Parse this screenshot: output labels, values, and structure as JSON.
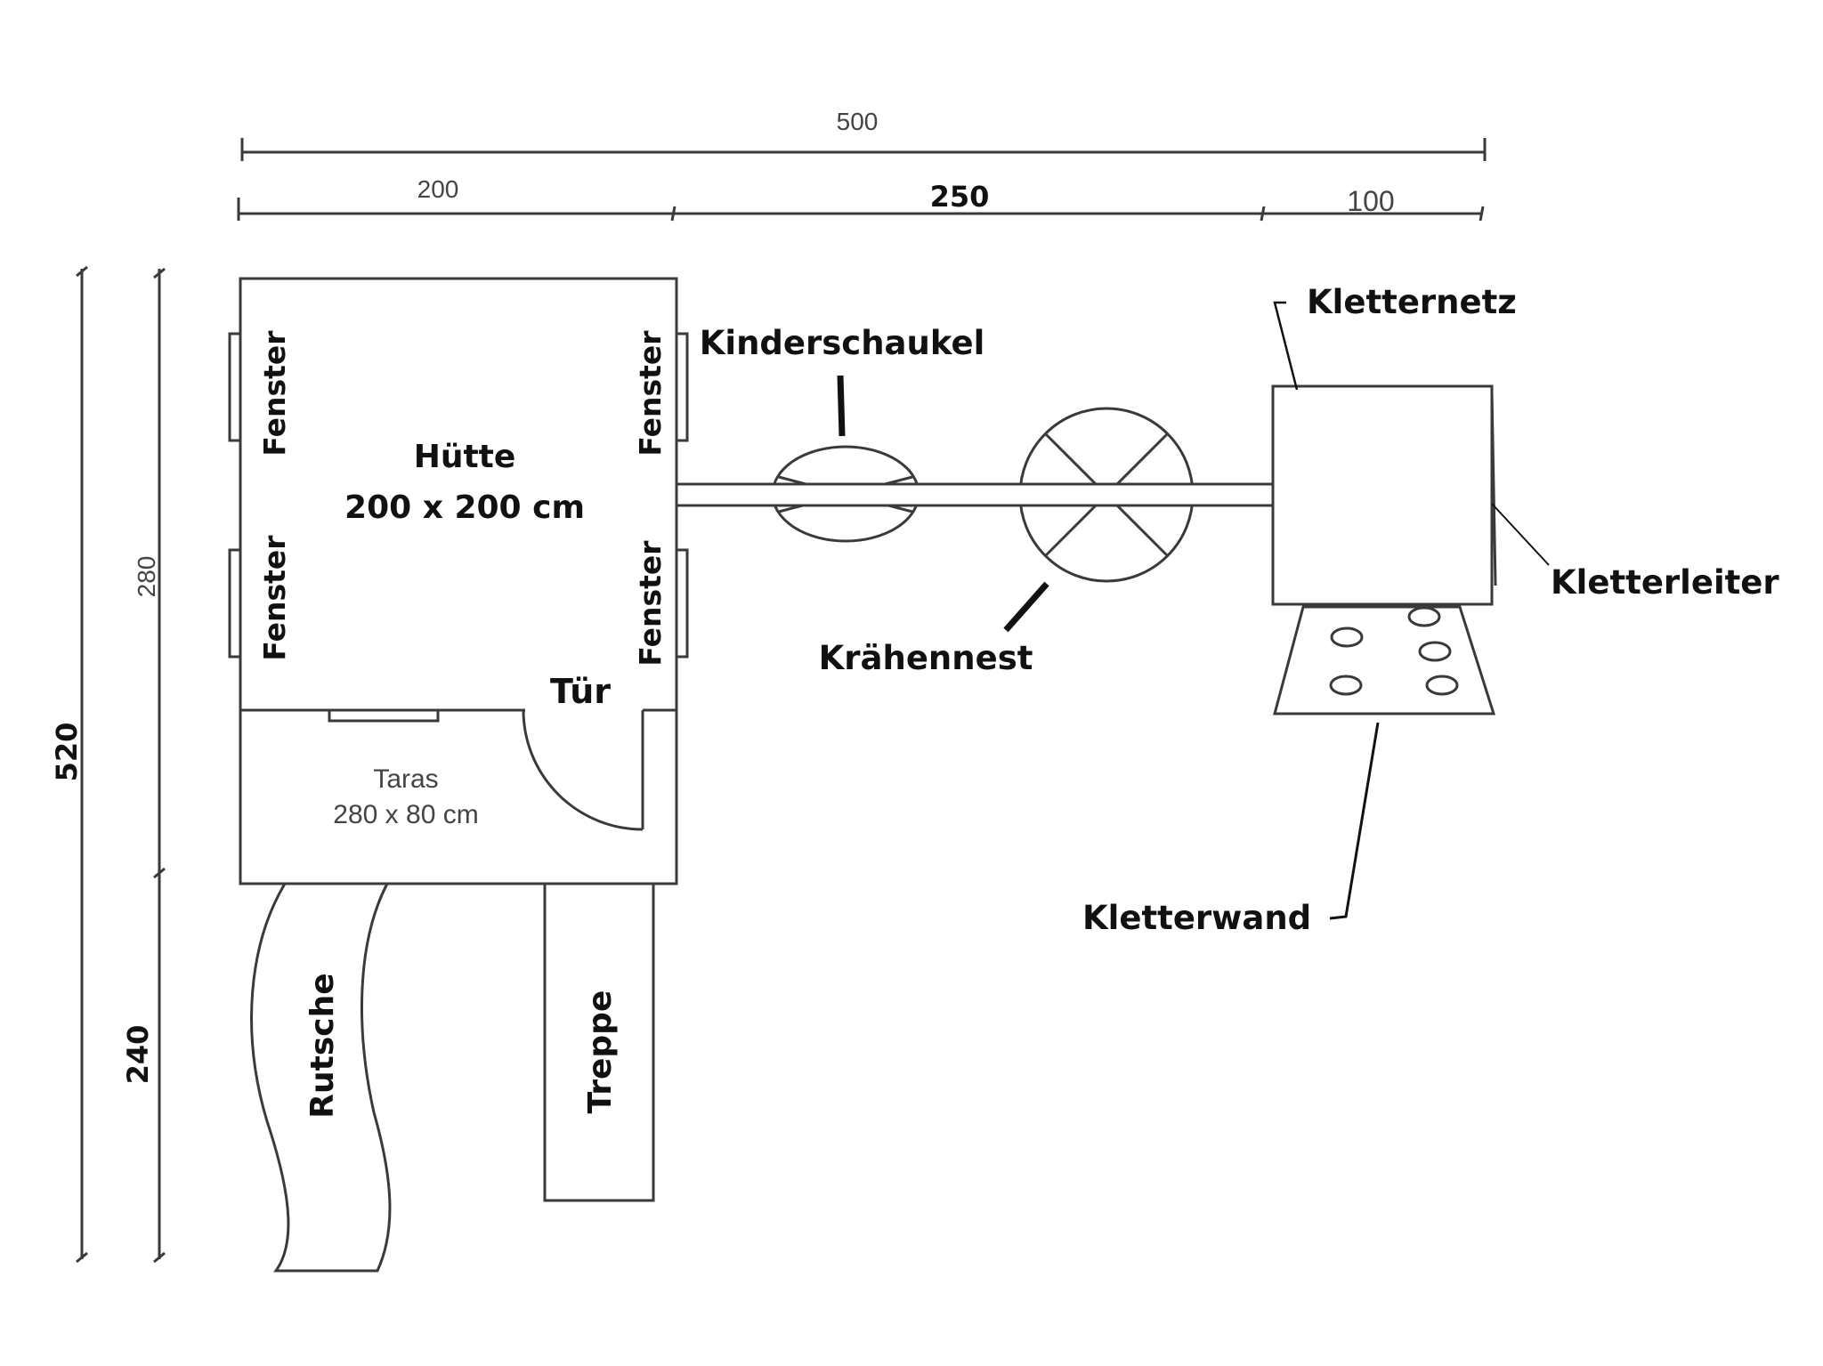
{
  "dimensions": {
    "total_width": "500",
    "hut_width": "200",
    "bar_width": "250",
    "tower_width": "100",
    "total_depth": "520",
    "hut_depth": "280",
    "slide_depth": "240"
  },
  "labels": {
    "hut_title": "Hütte",
    "hut_size": "200 x 200 cm",
    "window": "Fenster",
    "door": "Tür",
    "terrace_title": "Taras",
    "terrace_size": "280 x 80 cm",
    "slide": "Rutsche",
    "stairs": "Treppe",
    "swing": "Kinderschaukel",
    "crows_nest": "Krähennest",
    "climbing_net": "Kletternetz",
    "climbing_ladder": "Kletterleiter",
    "climbing_wall": "Kletterwand"
  }
}
